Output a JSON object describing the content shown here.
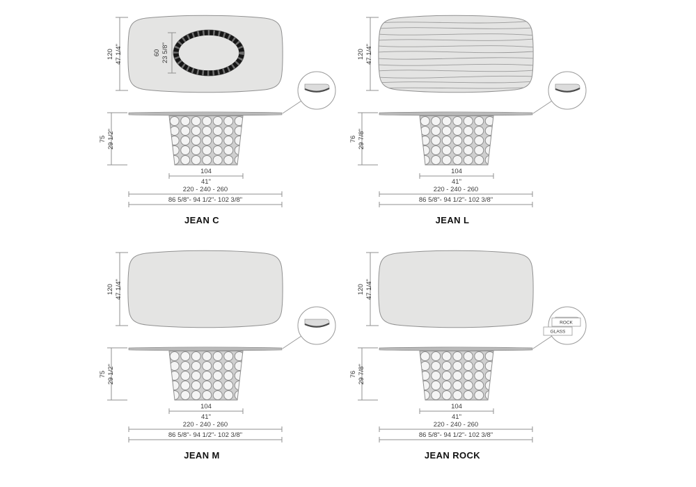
{
  "page": {
    "colors": {
      "outline": "#8f8f8f",
      "table_fill": "#e4e4e3",
      "dim_text": "#3a3a3a",
      "title_text": "#111111",
      "ring": "#161616"
    }
  },
  "diagrams": [
    {
      "title": "JEAN C",
      "depth_cm": "120",
      "depth_in": "47 1/4\"",
      "ring_cm": "60",
      "ring_in": "23 5/8\"",
      "height_cm": "75",
      "height_in": "29 1/2\"",
      "base_cm": "104",
      "base_in": "41\"",
      "length_cm": "220 - 240 - 260",
      "length_in": "86 5/8\"- 94 1/2\"- 102 3/8\""
    },
    {
      "title": "JEAN L",
      "depth_cm": "120",
      "depth_in": "47 1/4\"",
      "height_cm": "76",
      "height_in": "29 7/8\"",
      "base_cm": "104",
      "base_in": "41\"",
      "length_cm": "220 - 240 - 260",
      "length_in": "86 5/8\"- 94 1/2\"- 102 3/8\""
    },
    {
      "title": "JEAN M",
      "depth_cm": "120",
      "depth_in": "47 1/4\"",
      "height_cm": "75",
      "height_in": "29 1/2\"",
      "base_cm": "104",
      "base_in": "41\"",
      "length_cm": "220 - 240 - 260",
      "length_in": "86 5/8\"- 94 1/2\"- 102 3/8\""
    },
    {
      "title": "JEAN ROCK",
      "depth_cm": "120",
      "depth_in": "47 1/4\"",
      "height_cm": "76",
      "height_in": "29 7/8\"",
      "base_cm": "104",
      "base_in": "41\"",
      "length_cm": "220 - 240 - 260",
      "length_in": "86 5/8\"- 94 1/2\"- 102 3/8\"",
      "detail_labels": {
        "rock": "ROCK",
        "glass": "GLASS"
      }
    }
  ]
}
